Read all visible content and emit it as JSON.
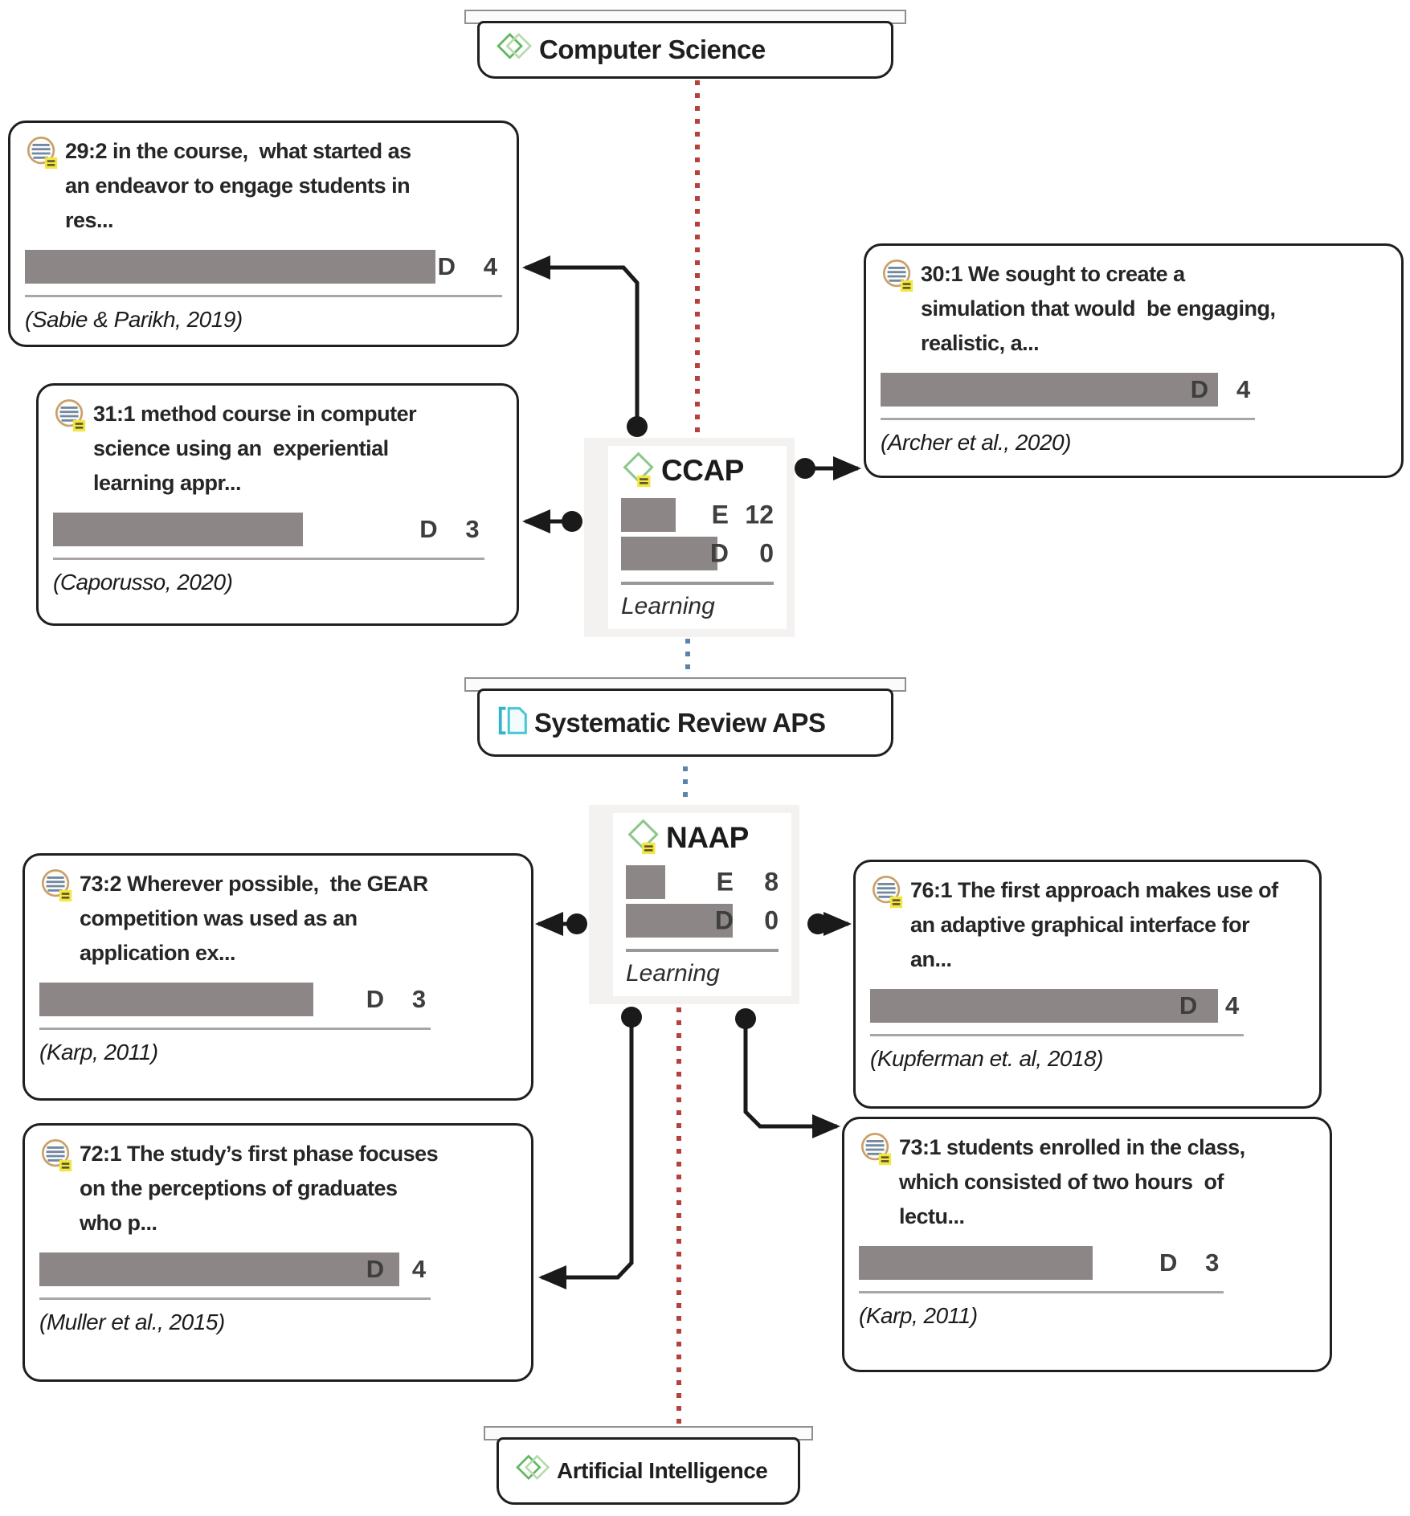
{
  "groups": {
    "computer_science": {
      "label": "Computer Science"
    },
    "systematic_review_aps": {
      "label": "Systematic Review APS"
    },
    "artificial_intelligence": {
      "label": "Artificial Intelligence"
    }
  },
  "codes": [
    {
      "name": "CCAP",
      "category": "Learning",
      "bars": [
        {
          "label": "E",
          "value": "12",
          "pct": 36
        },
        {
          "label": "D",
          "value": "0",
          "pct": 63
        }
      ]
    },
    {
      "name": "NAAP",
      "category": "Learning",
      "bars": [
        {
          "label": "E",
          "value": "8",
          "pct": 26
        },
        {
          "label": "D",
          "value": "0",
          "pct": 70
        }
      ]
    }
  ],
  "quotes": [
    {
      "title": "29:2 in the course,  what started as\nan endeavor to engage students in\nres...",
      "bar": {
        "label": "D",
        "value": "4",
        "pct": 86
      },
      "citation": "(Sabie &  Parikh, 2019)"
    },
    {
      "title": "31:1 method course in computer\nscience using an  experiential\nlearning appr...",
      "bar": {
        "label": "D",
        "value": "3",
        "pct": 58
      },
      "citation": "(Caporusso, 2020)"
    },
    {
      "title": "30:1 We sought to create a\nsimulation that would  be engaging,\nrealistic, a...",
      "bar": {
        "label": "D",
        "value": "4",
        "pct": 90
      },
      "citation": "(Archer et al., 2020)"
    },
    {
      "title": "73:2 Wherever possible,  the GEAR\ncompetition was used as an\napplication ex...",
      "bar": {
        "label": "D",
        "value": "3",
        "pct": 70
      },
      "citation": "(Karp, 2011)"
    },
    {
      "title": "76:1 The first approach makes use of\nan adaptive graphical interface for\nan...",
      "bar": {
        "label": "D",
        "value": "4",
        "pct": 93
      },
      "citation": "(Kupferman et. al, 2018)"
    },
    {
      "title": "72:1 The study’s first phase focuses\non the perceptions of graduates\nwho p...",
      "bar": {
        "label": "D",
        "value": "4",
        "pct": 92
      },
      "citation": "(Muller et al., 2015)"
    },
    {
      "title": "73:1 students enrolled in the class,\nwhich consisted of two hours  of\nlectu...",
      "bar": {
        "label": "D",
        "value": "3",
        "pct": 64
      },
      "citation": "(Karp, 2011)"
    }
  ],
  "colors": {
    "bar_gray": "#8c8786",
    "edge_black": "#1a1a1a",
    "link_red": "#b5413f",
    "link_blue": "#5b84a8",
    "code_green": "#8cc88c",
    "doc_teal": "#2fb5c8",
    "note_yellow": "#f2e642"
  }
}
